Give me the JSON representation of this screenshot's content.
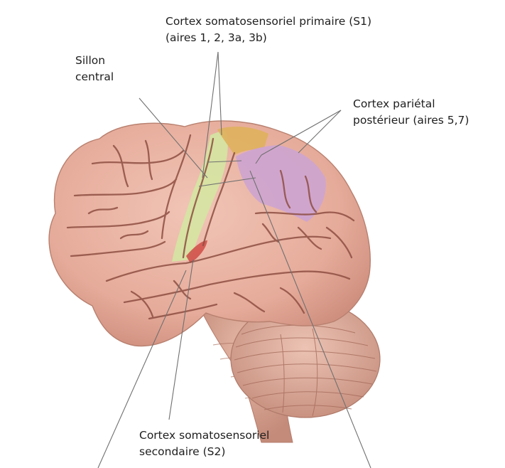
{
  "labels": {
    "s1": {
      "line1": "Cortex somatosensoriel primaire (S1)",
      "line2": "(aires 1, 2, 3a, 3b)"
    },
    "sillon": {
      "line1": "Sillon",
      "line2": "central"
    },
    "ppc": {
      "line1": "Cortex pariétal",
      "line2": "postérieur (aires 5,7)"
    },
    "s2": {
      "line1": "Cortex somatosensoriel",
      "line2": "secondaire (S2)"
    }
  },
  "colors": {
    "background": "#ffffff",
    "cortex": "#e8b2a2",
    "cortex_shadow": "#c98878",
    "sulcus": "#8e4f42",
    "s1_area": "#d3e6a2",
    "s1_top": "#e0b65e",
    "ppc_area": "#cfa6d2",
    "s2_area": "#d25a52",
    "cerebellum": "#ddb0a0",
    "leader_line": "#707070",
    "text": "#1e1e1e"
  }
}
